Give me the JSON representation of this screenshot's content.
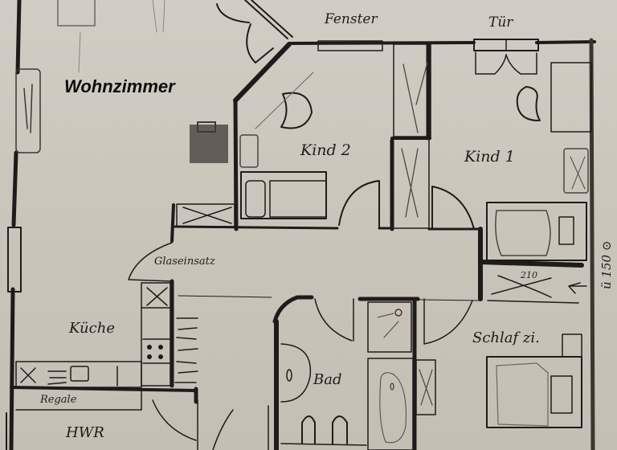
{
  "plan": {
    "title": "Wohnzimmer",
    "rooms": [
      {
        "id": "wohnzimmer",
        "label": "Wohnzimmer"
      },
      {
        "id": "kind2",
        "label": "Kind 2"
      },
      {
        "id": "kind1",
        "label": "Kind 1"
      },
      {
        "id": "kueche",
        "label": "Küche"
      },
      {
        "id": "bad",
        "label": "Bad"
      },
      {
        "id": "schlafzimmer",
        "label": "Schlaf zi."
      },
      {
        "id": "hwr",
        "label": "HWR"
      }
    ],
    "annotations": {
      "fenster": "Fenster",
      "tuer": "Tür",
      "glaseinsatz": "Glaseinsatz",
      "regale": "Regale",
      "wardrobe_width": "210"
    },
    "margin_note": "ü 150 ⊙",
    "colors": {
      "paper": "#cbc6bd",
      "ink": "#1e1c1a",
      "pencil": "#6b6660"
    }
  }
}
